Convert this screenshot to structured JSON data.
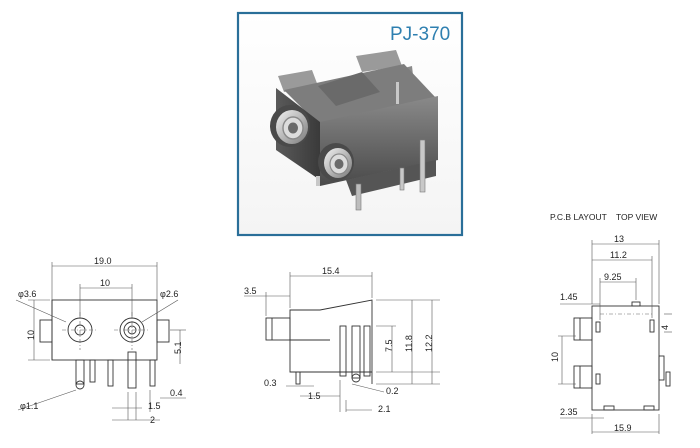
{
  "product": {
    "model": "PJ-370",
    "accent_color": "#2e7fb0",
    "frame_color": "#2a6f99"
  },
  "pcb_title": "P.C.B LAYOUT    TOP VIEW",
  "front_view": {
    "width": "19.0",
    "spacing": "10",
    "hole_left": "φ3.6",
    "hole_right": "φ2.6",
    "height": "10",
    "pin_height": "5.1",
    "pin_dia": "φ1.1",
    "pin_offset": "1.5",
    "pin_pitch": "2",
    "pin_thick": "0.4"
  },
  "side_view": {
    "length": "15.4",
    "barrel": "3.5",
    "h1": "7.5",
    "h2": "11.8",
    "h3": "12.2",
    "pin": "0.3",
    "pin_spacing": "1.5",
    "gap": "0.2",
    "tail": "2.1"
  },
  "pcb_view": {
    "w1": "13",
    "w2": "11.2",
    "w3": "9.25",
    "offset": "1.45",
    "pad": "4",
    "height": "10",
    "edge": "2.35",
    "length": "15.9"
  }
}
